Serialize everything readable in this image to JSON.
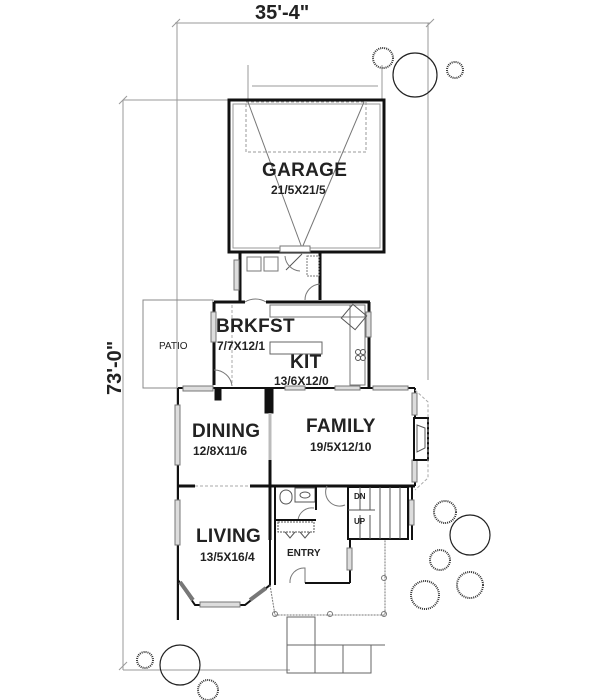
{
  "dimensions": {
    "width": "35'-4\"",
    "depth": "73'-0\""
  },
  "rooms": [
    {
      "name": "GARAGE",
      "size": "21/5X21/5"
    },
    {
      "name": "BRKFST",
      "size": "7/7X12/1"
    },
    {
      "name": "KIT",
      "size": "13/6X12/0"
    },
    {
      "name": "DINING",
      "size": "12/8X11/6"
    },
    {
      "name": "FAMILY",
      "size": "19/5X12/10"
    },
    {
      "name": "LIVING",
      "size": "13/5X16/4"
    }
  ],
  "areas": {
    "patio": "PATIO",
    "entry": "ENTRY"
  },
  "stairs": {
    "down": "DN",
    "up": "UP"
  },
  "colors": {
    "wall": "#111111",
    "line": "#555555",
    "dim_line": "#888888",
    "background": "#ffffff"
  }
}
